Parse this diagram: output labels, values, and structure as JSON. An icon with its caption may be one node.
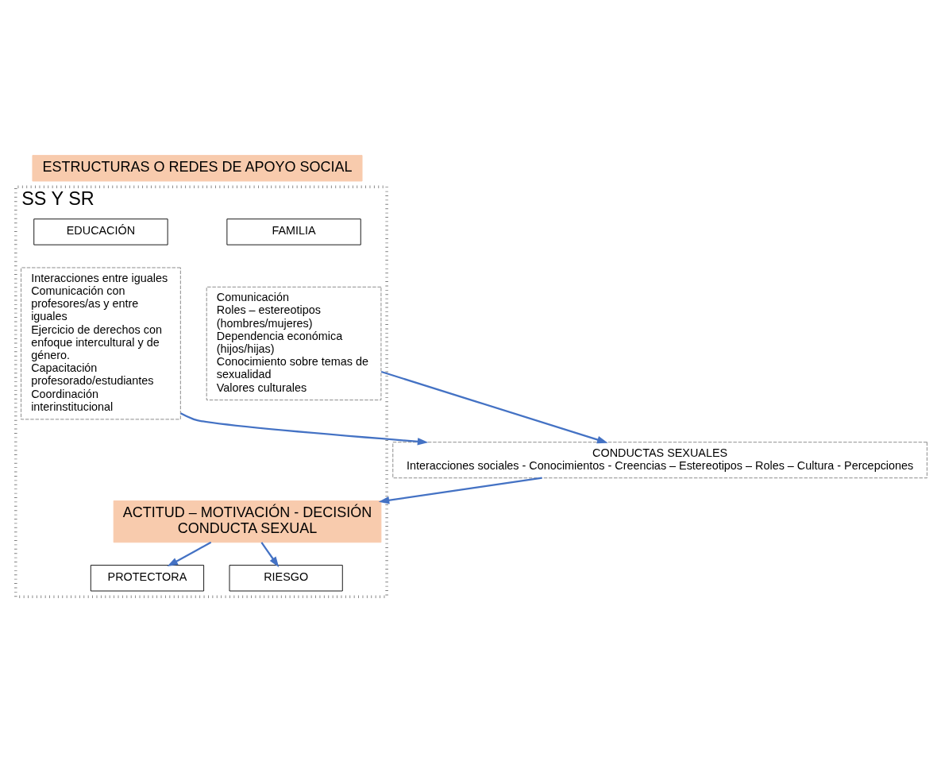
{
  "diagram": {
    "nodes": [
      {
        "text": [
          "ESTRUCTURAS O REDES DE APOYO SOCIAL"
        ]
      },
      {
        "text": [
          "SS Y SR"
        ]
      },
      {
        "text": [
          "FAMILIA"
        ],
        "in": 1
      },
      {
        "text": [
          "Comunicación",
          "Roles – estereotipos (hombres/mujeres)",
          "Dependencia económica (hijos/hijas)",
          "Conocimiento sobre temas de sexualidad",
          "Valores culturales"
        ],
        "in": 1
      },
      {
        "text": [
          "EDUCACIÓN"
        ],
        "in": 1
      },
      {
        "text": [
          "Interacciones entre iguales",
          "Comunicación con profesores/as y entre iguales",
          "Ejercicio de derechos con enfoque intercultural y de género.",
          "Capacitación profesorado/estudiantes",
          "Coordinación interinstitucional"
        ],
        "in": 1
      },
      {
        "text": [
          "CONDUCTAS SEXUALES",
          "Interacciones sociales - Conocimientos - Creencias – Estereotipos – Roles – Cultura - Percepciones"
        ]
      },
      {
        "text": [
          "ACTITUD – MOTIVACIÓN - DECISIÓN CONDUCTA SEXUAL"
        ],
        "in": 1
      },
      {
        "text": [
          "PROTECTORA"
        ],
        "in": 1
      },
      {
        "text": [
          "RIESGO"
        ],
        "in": 1
      }
    ],
    "edges": [
      {
        "from": 3,
        "to": 6,
        "arrow": "to"
      },
      {
        "from": 5,
        "to": 6,
        "arrow": "to"
      },
      {
        "from": 6,
        "to": 7,
        "arrow": "to"
      },
      {
        "from": 7,
        "to": 8,
        "arrow": "to"
      },
      {
        "from": 7,
        "to": 9,
        "arrow": "to"
      }
    ]
  }
}
